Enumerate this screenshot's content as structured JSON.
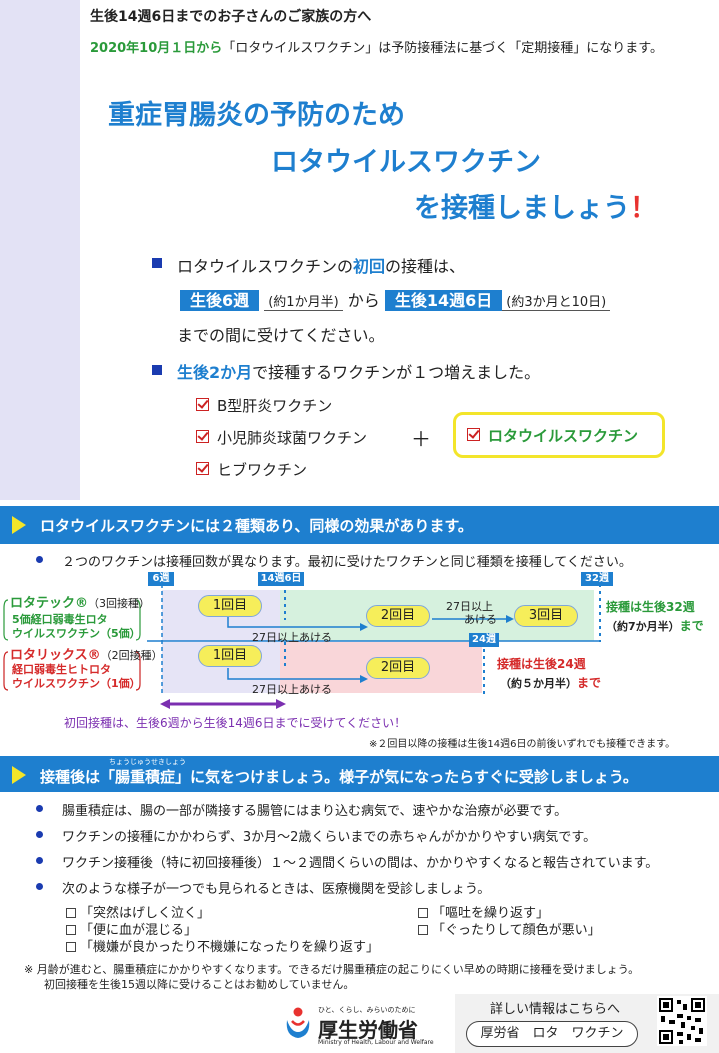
{
  "header": {
    "audience": "生後14週6日までのお子さんのご家族の方へ",
    "notice_date": "2020年10月１日から",
    "notice_text": "「ロタウイルスワクチン」は予防接種法に基づく「定期接種」になります。"
  },
  "title": {
    "line1": "重症胃腸炎の予防のため",
    "line2": "ロタウイルスワクチン",
    "line3": "を接種しましょう",
    "exclaim": "！"
  },
  "first_dose": {
    "pre": "ロタウイルスワクチンの",
    "highlight": "初回",
    "post": "の接種は、",
    "from_box": "生後6週",
    "from_paren": "(約1か月半)",
    "from_word": "から",
    "to_box": "生後14週6日",
    "to_paren": "(約3か月と10日)",
    "line3": "までの間に受けてください。"
  },
  "two_month": {
    "highlight": "生後2か月",
    "post": "で接種するワクチンが１つ増えました。",
    "vaccines": [
      "B型肝炎ワクチン",
      "小児肺炎球菌ワクチン",
      "ヒブワクチン"
    ],
    "plus": "＋",
    "added": "ロタウイルスワクチン"
  },
  "section1": {
    "title": "ロタウイルスワクチンには２種類あり、同様の効果があります。",
    "bullet": "２つのワクチンは接種回数が異なります。最初に受けたワクチンと同じ種類を接種してください。",
    "week_labels": [
      "6週",
      "14週6日",
      "32週",
      "24週"
    ],
    "rotateq": {
      "name": "ロタテック®",
      "count": "（3回接種）",
      "desc1": "5価経口弱毒生ロタ",
      "desc2": "ウイルスワクチン（5価）",
      "dose1": "1回目",
      "dose2": "2回目",
      "dose3": "3回目",
      "gap1": "27日以上あける",
      "gap2a": "27日以上",
      "gap2b": "あける",
      "deadline": "接種は生後32週",
      "deadline_approx": "（約7か月半）",
      "deadline_made": "まで"
    },
    "rotarix": {
      "name": "ロタリックス®",
      "count": "（2回接種）",
      "desc1": "経口弱毒生ヒトロタ",
      "desc2": "ウイルスワクチン（1価）",
      "dose1": "1回目",
      "dose2": "2回目",
      "gap1": "27日以上あける",
      "deadline": "接種は生後24週",
      "deadline_approx": "（約５か月半）",
      "deadline_made": "まで"
    },
    "first_dose_note": "初回接種は、生後6週から生後14週6日までに受けてください！",
    "footnote": "※２回目以降の接種は生後14週6日の前後いずれでも接種できます。"
  },
  "section2": {
    "title_pre": "接種後は「",
    "title_word": "腸重積症",
    "title_ruby": "ちょうじゅうせきしょう",
    "title_post": "」に気をつけましょう。様子が気になったらすぐに受診しましょう。",
    "bullets": [
      "腸重積症は、腸の一部が隣接する腸管にはまり込む病気で、速やかな治療が必要です。",
      "ワクチンの接種にかかわらず、3か月〜2歳くらいまでの赤ちゃんがかかりやすい病気です。",
      "ワクチン接種後（特に初回接種後）１〜２週間くらいの間は、かかりやすくなると報告されています。",
      "次のような様子が一つでも見られるときは、医療機関を受診しましょう。"
    ],
    "symptoms_left": [
      "「突然はげしく泣く」",
      "「便に血が混じる」",
      "「機嫌が良かったり不機嫌になったりを繰り返す」"
    ],
    "symptoms_right": [
      "「嘔吐を繰り返す」",
      "「ぐったりして顔色が悪い」"
    ],
    "note1": "※ 月齢が進むと、腸重積症にかかりやすくなります。できるだけ腸重積症の起こりにくい早めの時期に接種を受けましょう。",
    "note2": "初回接種を生後15週以降に受けることはお勧めしていません。"
  },
  "footer": {
    "logo_tagline": "ひと、くらし、みらいのために",
    "logo_name": "厚生労働省",
    "logo_en": "Ministry of Health, Labour and Welfare",
    "more_info": "詳しい情報はこちらへ",
    "search_text": "厚労省　ロタ　ワクチン"
  },
  "colors": {
    "accent_blue": "#1e7fcf",
    "green": "#2a9a3a",
    "red": "#e8322f",
    "yellow": "#f3e52a"
  }
}
